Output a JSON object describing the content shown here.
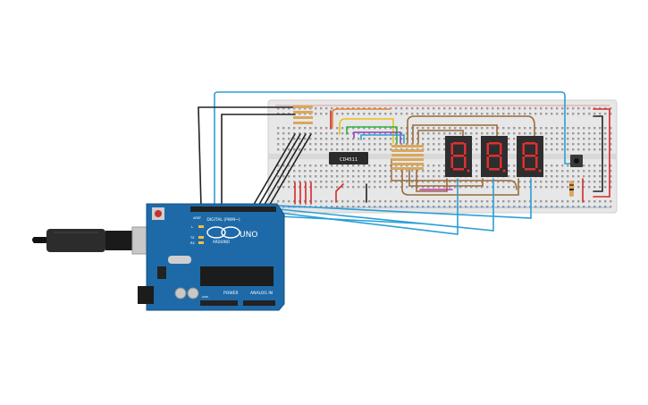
{
  "ic": {
    "label": "CD4511"
  },
  "arduino": {
    "model": "UNO",
    "brand": "ARDUINO",
    "digital_header": "DIGITAL (PWM~)",
    "power_header": "POWER",
    "analog_header": "ANALOG IN",
    "aref_label": "AREF",
    "gnd_label": "GND",
    "led_labels": [
      "L",
      "TX",
      "RX"
    ]
  },
  "displays": [
    {
      "name": "display-1",
      "digit": "8"
    },
    {
      "name": "display-2",
      "digit": "8"
    },
    {
      "name": "display-3",
      "digit": "8"
    }
  ],
  "colors": {
    "board_blue": "#1e6aa8",
    "breadboard": "#e7e7e7",
    "wire_blue": "#2a9fd6",
    "wire_black": "#222222",
    "wire_brown": "#9a6b3c",
    "wire_red": "#d62828",
    "segment_red": "#e03030",
    "display_body": "#2e2e2e"
  }
}
